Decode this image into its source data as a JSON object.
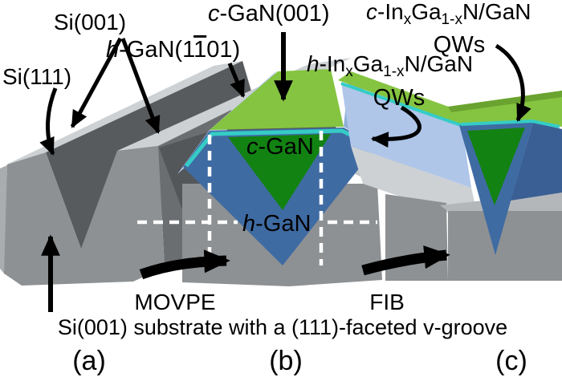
{
  "figure": {
    "caption": "Si(001) substrate with a (111)-faceted v-groove",
    "panel_labels": {
      "a": "(a)",
      "b": "(b)",
      "c": "(c)"
    }
  },
  "labels": {
    "si001": "Si(001)",
    "si111": "Si(111)",
    "hgan_facet": {
      "pre_italic": "h",
      "p1": "-GaN(1",
      "overbar_digit": "1",
      "p2": "01)"
    },
    "cgan001": {
      "pre_italic": "c",
      "p1": "-GaN(001)"
    },
    "cgan_core": {
      "pre_italic": "c",
      "p1": "-GaN"
    },
    "hgan_core": {
      "pre_italic": "h",
      "p1": "-GaN"
    },
    "c_qws": {
      "pre_italic": "c",
      "p1": "-In",
      "sub1": "x",
      "p2": "Ga",
      "sub2": "1-x",
      "p3": "N/GaN",
      "line2": "QWs"
    },
    "h_qws": {
      "pre_italic": "h",
      "p1": "-In",
      "sub1": "x",
      "p2": "Ga",
      "sub2": "1-x",
      "p3": "N/GaN",
      "line2": "QWs"
    }
  },
  "process_steps": [
    {
      "label": "MOVPE"
    },
    {
      "label": "FIB"
    }
  ],
  "colors": {
    "text": "#000000",
    "arrow_black": "#000000",
    "dash_white": "#ffffff",
    "si_top": "#cdd1d4",
    "si_front": "#8e9193",
    "si_dark_facet": "#585b5e",
    "si_mid_facet": "#7d8084",
    "si_side": "#6b6e71",
    "si_side_light": "#aaadb0",
    "si_back_dark": "#54575a",
    "junction_gray": "#c2c5c8",
    "milled_floor": "#b4b7ba",
    "hgan_blue": "#3f6ba3",
    "hgan_blue_dark": "#3a5f94",
    "facet_periwinkle": "#b5cbea",
    "facet_periwinkle_c": "#afc6e9",
    "facet_periwinkle_dark": "#8fb0d8",
    "cgan_green_dark": "#128212",
    "cgan_green_top": "#85c440",
    "cgan_green_edge": "#6aa32f",
    "qw_cyan": "#35ccc6"
  }
}
